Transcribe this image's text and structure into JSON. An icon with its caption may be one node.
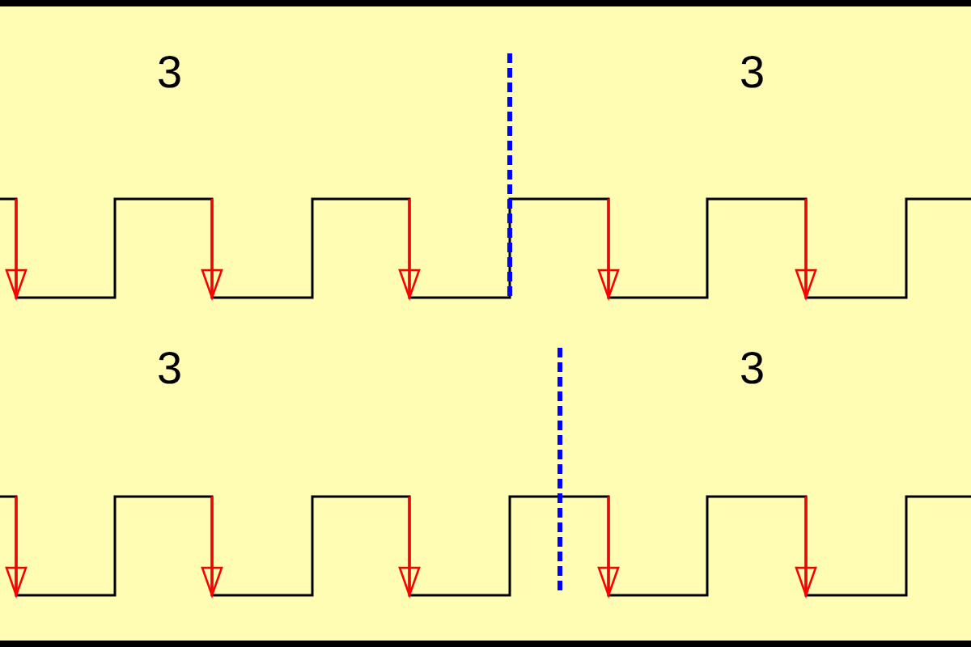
{
  "diagram": {
    "labels": [
      "3",
      "3",
      "3",
      "3"
    ]
  }
}
